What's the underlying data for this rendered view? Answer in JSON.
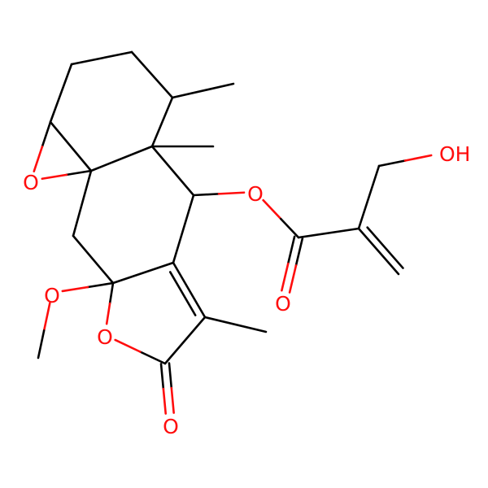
{
  "colors": {
    "background": "#ffffff",
    "carbon_bond": "#000000",
    "oxygen": "#ff0d0d"
  },
  "atoms": {
    "o_epoxide": "O",
    "o_methoxy": "O",
    "o_lactone_ring": "O",
    "o_lactone_carbonyl": "O",
    "o_ester": "O",
    "o_ester_carbonyl": "O",
    "oh_group": "OH"
  }
}
